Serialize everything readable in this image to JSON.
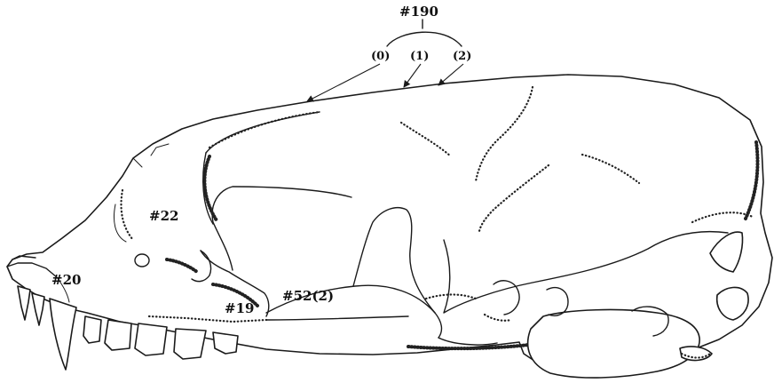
{
  "labels": {
    "char190": "#190",
    "state0": "(0)",
    "state1": "(1)",
    "state2": "(2)",
    "char22": "#22",
    "char20": "#20",
    "char19": "#19",
    "char52": "#52(2)"
  }
}
